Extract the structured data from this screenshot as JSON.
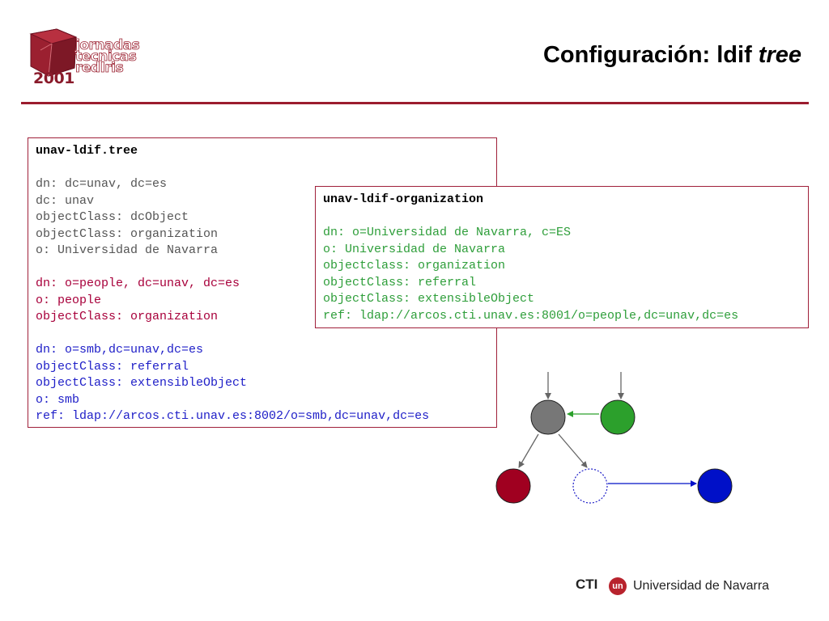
{
  "header": {
    "logo": {
      "year": "2001",
      "words": [
        "jornadas",
        "tecnicas",
        "redIris"
      ]
    },
    "title_main": "Configuración: ldif ",
    "title_em": "tree"
  },
  "tree_box": {
    "title": "unav-ldif.tree",
    "groups": [
      {
        "color": "#555555",
        "lines": [
          "dn: dc=unav, dc=es",
          "dc: unav",
          "objectClass: dcObject",
          "objectClass: organization",
          "o: Universidad de Navarra"
        ]
      },
      {
        "color": "#a8003b",
        "lines": [
          "dn: o=people, dc=unav, dc=es",
          "o: people",
          "objectClass: organization"
        ]
      },
      {
        "color": "#2020c8",
        "lines": [
          "dn: o=smb,dc=unav,dc=es",
          "objectClass: referral",
          "objectClass: extensibleObject",
          "o: smb",
          "ref: ldap://arcos.cti.unav.es:8002/o=smb,dc=unav,dc=es"
        ]
      }
    ]
  },
  "org_box": {
    "title": "unav-ldif-organization",
    "color": "#2e9e3a",
    "lines": [
      "dn: o=Universidad de Navarra, c=ES",
      "o: Universidad de Navarra",
      "objectclass: organization",
      "objectClass: referral",
      "objectClass: extensibleObject",
      "ref: ldap://arcos.cti.unav.es:8001/o=people,dc=unav,dc=es"
    ]
  },
  "footer": {
    "cti": "CTI",
    "badge": "un",
    "university": "Universidad de Navarra"
  },
  "colors": {
    "accent": "#9b1c2e",
    "node_grey": "#777777",
    "node_green": "#2ca02c",
    "node_red": "#a00020",
    "node_blue": "#0010c8"
  }
}
